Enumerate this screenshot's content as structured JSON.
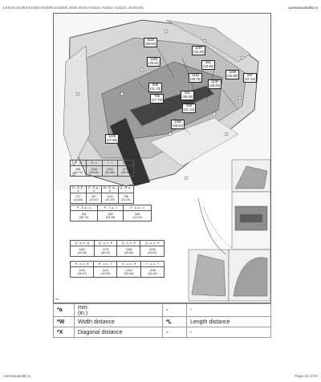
{
  "header": {
    "title": "LEXUS ES350 ES250 ES300h ES200h 2015-2018 (ASZ10, AVZ10, GSZ10, AVZH10)",
    "site": "carmanualsdb.ru"
  },
  "figure": {
    "id": "*a",
    "point_labels": [
      {
        "mm": "1520",
        "in": "(59.84)"
      },
      {
        "mm": "1255",
        "in": "(49.41)"
      },
      {
        "mm": "1097",
        "in": "(43.19)"
      },
      {
        "mm": "861",
        "in": "(33.90)"
      },
      {
        "mm": "1163",
        "in": "(45.79)"
      },
      {
        "mm": "1168",
        "in": "(45.98)"
      },
      {
        "mm": "697",
        "in": "(27.44)"
      },
      {
        "mm": "1230",
        "in": "(48.43)"
      },
      {
        "mm": "806",
        "in": "(31.73)"
      },
      {
        "mm": "705",
        "in": "(27.76)"
      },
      {
        "mm": "921",
        "in": "(36.26)"
      },
      {
        "mm": "946",
        "in": "(37.24)"
      },
      {
        "mm": "1360",
        "in": "(53.54)"
      },
      {
        "mm": "1208",
        "in": "(47.56)"
      }
    ],
    "table1": {
      "keys": [
        "P - p",
        "S - s",
        "T - t",
        "U - u"
      ],
      "values": [
        {
          "mm": "628",
          "in": "(24.72)"
        },
        {
          "mm": "1149",
          "in": "(45.24)"
        },
        {
          "mm": "1312",
          "in": "(51.65)"
        },
        {
          "mm": "1170",
          "in": "(46.06)"
        }
      ]
    },
    "table2": {
      "keys": [
        "O - O, P - s",
        "S - S, p - s",
        "M - R, m - p",
        "Q - R, q - r"
      ],
      "values": [
        {
          "mm": "377",
          "in": "(14.84)"
        },
        {
          "mm": "497",
          "in": "(19.57)"
        },
        {
          "mm": "1102",
          "in": "(43.39)"
        },
        {
          "mm": "796",
          "in": "(31.34)"
        }
      ]
    },
    "table3": {
      "keys": [
        "P - S, p - s",
        "P - T, p - t",
        "P - U, p - u"
      ],
      "values": [
        {
          "mm": "831",
          "in": "(32.72)"
        },
        {
          "mm": "645",
          "in": "(25.39)"
        },
        {
          "mm": "336",
          "in": "(13.23)"
        }
      ]
    },
    "table4": {
      "keys": [
        "Q - s, s - Q",
        "Q - s, s - P",
        "Q - s, s - P",
        "Q - u, u - P"
      ],
      "values": [
        {
          "mm": "1102",
          "in": "(43.39)"
        },
        {
          "mm": "1179",
          "in": "(46.42)"
        },
        {
          "mm": "1265",
          "in": "(49.80)"
        },
        {
          "mm": "1106",
          "in": "(43.54)"
        }
      ]
    },
    "table5": {
      "keys": [
        "P - s, s - R",
        "R - s, s - T",
        "S - u, u - R",
        "T - u, u - T"
      ],
      "values": [
        {
          "mm": "1193",
          "in": "(46.97)"
        },
        {
          "mm": "1116",
          "in": "(43.94)"
        },
        {
          "mm": "1332",
          "in": "(52.44)"
        },
        {
          "mm": "1049",
          "in": "(41.30)"
        }
      ]
    }
  },
  "notes": {
    "rows": [
      {
        "sym": "*a",
        "desc_line1": "mm",
        "desc_line2": "(in.)",
        "sym2": "-",
        "desc2": "-"
      },
      {
        "sym": "*W",
        "desc_line1": "Width distance",
        "sym2": "*L",
        "desc2": "Length distance"
      },
      {
        "sym": "*X",
        "desc_line1": "Diagonal distance",
        "sym2": "-",
        "desc2": "-"
      }
    ]
  },
  "footer": {
    "left": "carmanualsdb.ru",
    "page": "Page 22 of 97"
  }
}
